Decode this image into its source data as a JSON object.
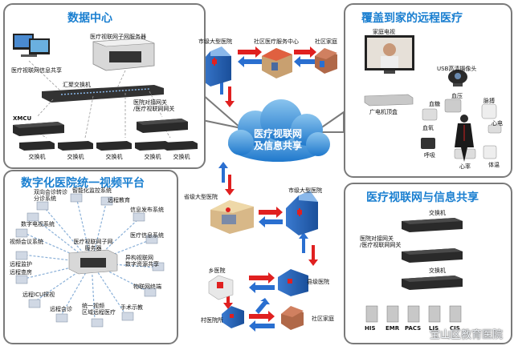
{
  "panels": {
    "data_center": {
      "title": "数据中心",
      "server": "医疗视联网子网服务器",
      "info_share": "医疗视联网信息共享",
      "aggregation_switch": "汇聚交换机",
      "xmcu": "XMCU",
      "gateway": "医院对接网关\n/医疗视联网网关",
      "switches": [
        "交换机",
        "交换机",
        "交换机",
        "交换机",
        "交换机"
      ]
    },
    "home_care": {
      "title": "覆盖到家的远程医疗",
      "tv": "家庭电视",
      "camera": "USB高清摄像头",
      "stb": "广电机顶盒",
      "devices": [
        "血糖",
        "血压",
        "脉搏",
        "血氧",
        "心电",
        "呼吸",
        "体温",
        "心率"
      ]
    },
    "video_platform": {
      "title": "数字化医院统一视频平台",
      "hub": "医疗视联网子网\n服务器",
      "spokes": [
        "双向会诊转诊\n分诊系统",
        "智能化监控系统",
        "远程教育",
        "信息发布系统",
        "医疗信息系统",
        "异构视联网\n数字资源共享",
        "物联网终端",
        "手术示教",
        "统一视频\n区域远程医疗",
        "远程会诊",
        "远程ICU探视",
        "远程查房",
        "远程监护",
        "视频会议系统",
        "数字电视系统"
      ]
    },
    "network": {
      "title": "医疗视联网与信息共享",
      "switch_top": "交换机",
      "gateway": "医院对接网关\n/医疗视联网网关",
      "switch_bottom": "交换机",
      "systems": [
        "HIS",
        "EMR",
        "PACS",
        "LIS",
        "CIS"
      ]
    }
  },
  "center": {
    "cloud": "医疗视联网\n及信息共享",
    "city_hospital": "市级大型医院",
    "community_center": "社区医疗服务中心",
    "community_family": "社区家庭",
    "provincial_hospital": "省级大型医院",
    "city_hospital2": "市级大型医院",
    "township_hospital": "乡医院",
    "county_hospital": "县级医院",
    "village_clinic": "村医院所",
    "community_family2": "社区家庭"
  },
  "watermark": "宝山区教育医院",
  "colors": {
    "title": "#1a7fd0",
    "cloud": "#2a8ad8",
    "arrow_red": "#e02020",
    "arrow_blue": "#2a6fd0",
    "panel_border": "#7a7a7a"
  }
}
